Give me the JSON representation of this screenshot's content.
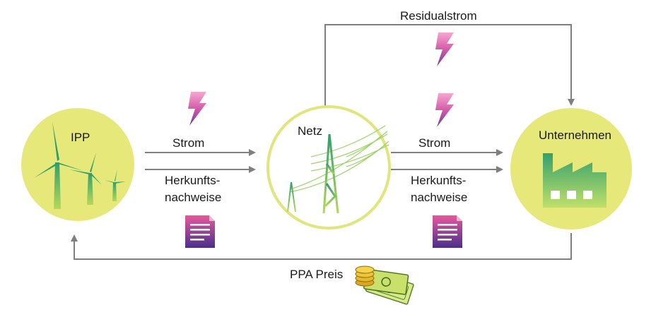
{
  "nodes": {
    "ipp": "IPP",
    "netz": "Netz",
    "unternehmen": "Unternehmen"
  },
  "flows": {
    "residual": "Residualstrom",
    "strom_left": "Strom",
    "hkn_left_1": "Herkunfts-",
    "hkn_left_2": "nachweise",
    "strom_right": "Strom",
    "hkn_right_1": "Herkunfts-",
    "hkn_right_2": "nachweise",
    "ppa": "PPA Preis"
  },
  "colors": {
    "node_fill": "#e6e87a",
    "netz_border": "#e1e57d",
    "arrow": "#7f7f7f",
    "green_dark": "#2f9e6b",
    "green_light": "#a8d65a",
    "lightning_top": "#f39ac7",
    "lightning_bottom": "#7f3fa0",
    "doc_top": "#e0559a",
    "doc_bottom": "#4b2f8a"
  },
  "icons": [
    "wind-turbine-icon",
    "power-pylon-icon",
    "factory-icon",
    "lightning-icon",
    "document-icon",
    "money-icon"
  ]
}
